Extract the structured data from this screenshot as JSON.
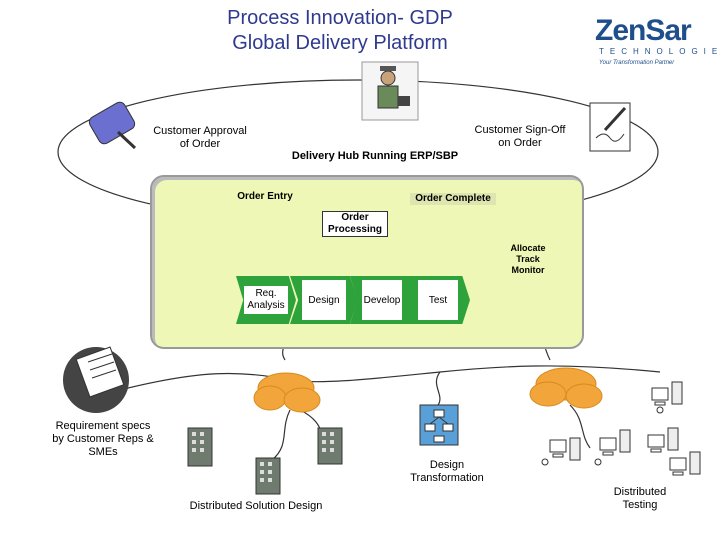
{
  "title_line1": "Process Innovation- GDP",
  "title_line2": "Global Delivery Platform",
  "logo": {
    "word": "ZenSar",
    "sub": "TECHNOLOGIES",
    "tag": "Your Transformation Partner"
  },
  "labels": {
    "approval_line1": "Customer Approval",
    "approval_line2": "of Order",
    "signoff_line1": "Customer Sign-Off",
    "signoff_line2": "on Order",
    "hub_title": "Delivery Hub Running ERP/SBP",
    "order_entry": "Order Entry",
    "order_complete": "Order Complete",
    "order_processing_line1": "Order",
    "order_processing_line2": "Processing",
    "allocate": "Allocate",
    "track": "Track",
    "monitor": "Monitor",
    "req_line1": "Req.",
    "req_line2": "Analysis",
    "design": "Design",
    "develop": "Develop",
    "test": "Test",
    "req_specs_line1": "Requirement specs",
    "req_specs_line2": "by Customer Reps &",
    "req_specs_line3": "SMEs",
    "distributed_design": "Distributed Solution Design",
    "design_transform_line1": "Design",
    "design_transform_line2": "Transformation",
    "dist_testing_line1": "Distributed",
    "dist_testing_line2": "Testing"
  },
  "colors": {
    "title": "#2f3a8f",
    "hub_fill": "#eef7b5",
    "green": "#2ea33b",
    "cloud": "#f2a53a",
    "pin": "#6a6fd0"
  }
}
